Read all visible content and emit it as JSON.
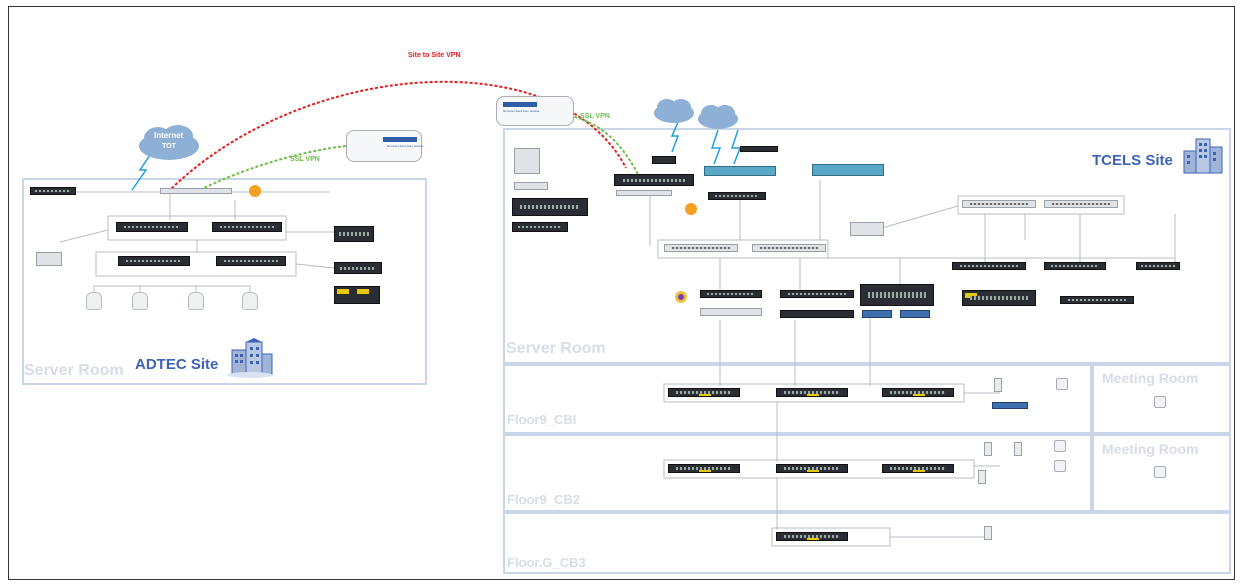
{
  "vpn": {
    "site_to_site": "Site to Site VPN",
    "ssl_left": "SSL VPN",
    "ssl_right": "SSL VPN"
  },
  "adtec": {
    "site_label": "ADTEC Site",
    "room_label": "Server Room",
    "cloud_line1": "Internet",
    "cloud_line2": "TOT",
    "remote_label": "Remote Users from outside"
  },
  "tcels": {
    "site_label": "TCELS Site",
    "room_label": "Server Room",
    "remote_label": "Remote Users from outside",
    "floors": [
      {
        "label": "Floor9_CBI",
        "meeting": "Meeting Room"
      },
      {
        "label": "Floor9_CB2",
        "meeting": "Meeting Room"
      },
      {
        "label": "Floor.G_CB3",
        "meeting": ""
      }
    ]
  },
  "colors": {
    "site_to_site": "#e02020",
    "ssl": "#6cc04a",
    "zone_border": "#c9d6ea",
    "site_text": "#3c63b4",
    "room_text": "#d7dde6"
  },
  "icons": [
    "cloud-icon",
    "building-icon",
    "firewall-icon",
    "switch-icon",
    "server-icon",
    "access-point-icon",
    "phone-icon",
    "lightning-icon"
  ]
}
